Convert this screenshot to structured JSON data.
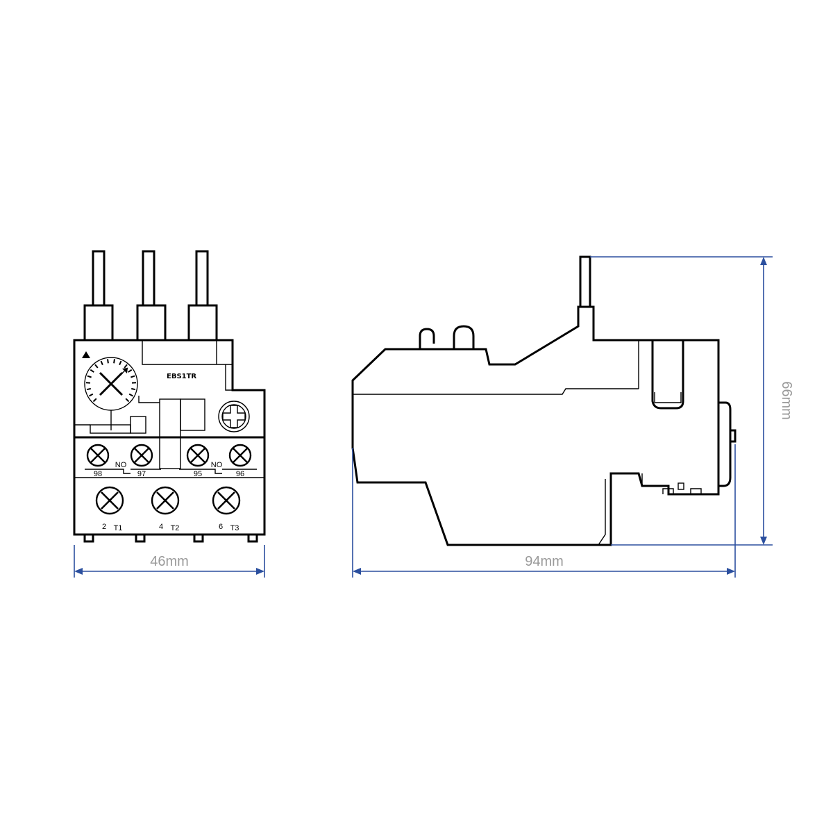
{
  "front_view": {
    "model_label": "EBS1TR",
    "aux_terminals": [
      {
        "number": "98"
      },
      {
        "number": "97"
      },
      {
        "number": "95"
      },
      {
        "number": "96"
      }
    ],
    "aux_contact_labels": [
      "NO",
      "NO"
    ],
    "power_terminals": [
      {
        "number": "2",
        "label": "T1"
      },
      {
        "number": "4",
        "label": "T2"
      },
      {
        "number": "6",
        "label": "T3"
      }
    ],
    "width_dimension": "46mm"
  },
  "side_view": {
    "length_dimension": "94mm",
    "height_dimension": "66mm"
  },
  "colors": {
    "outline": "#000000",
    "dimension_line": "#2b4f9e",
    "dimension_text": "#9a9a9a"
  }
}
